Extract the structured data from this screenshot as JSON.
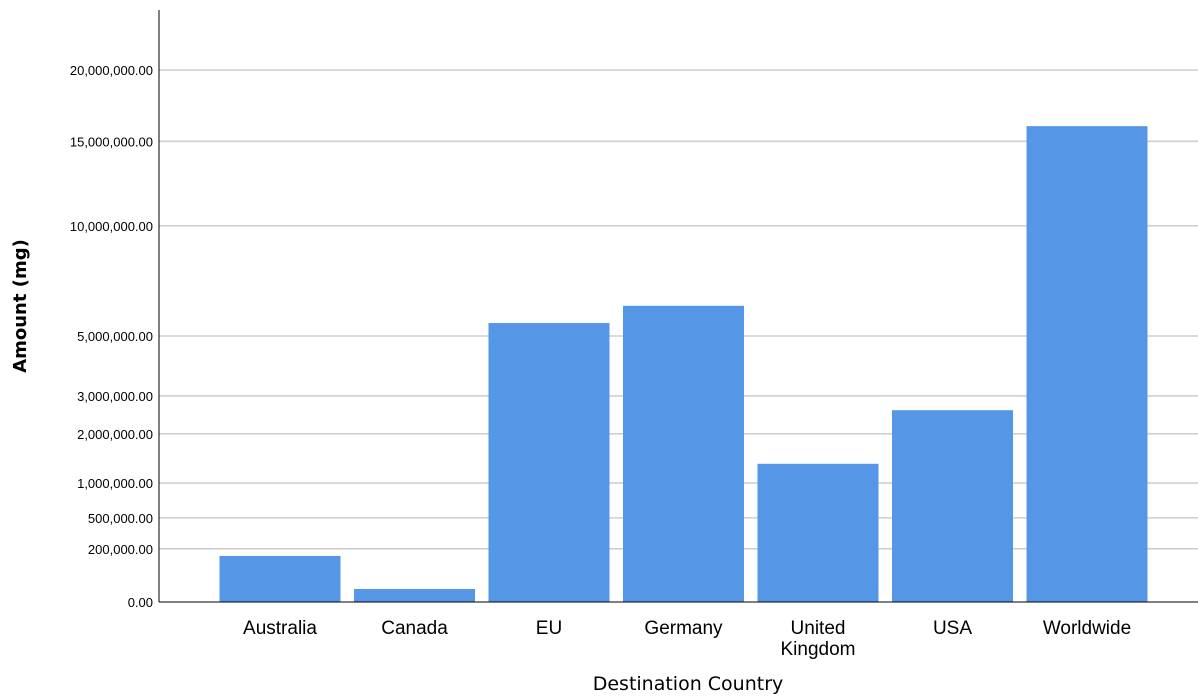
{
  "chart_data": {
    "type": "bar",
    "title": "",
    "xlabel": "Destination Country",
    "ylabel": "Amount (mg)",
    "y_scale": "square-root",
    "grid": true,
    "legend": "none",
    "bar_color": "#5596e6",
    "categories": [
      "Australia",
      "Canada",
      "EU",
      "Germany",
      "United Kingdom",
      "USA",
      "Worldwide"
    ],
    "category_labels": [
      [
        "Australia"
      ],
      [
        "Canada"
      ],
      [
        "EU"
      ],
      [
        "Germany"
      ],
      [
        "United",
        "Kingdom"
      ],
      [
        "USA"
      ],
      [
        "Worldwide"
      ]
    ],
    "values": [
      150000,
      12000,
      5500000,
      6200000,
      1350000,
      2600000,
      16000000
    ],
    "ylim": [
      0,
      23000000
    ],
    "yticks": [
      0,
      200000,
      500000,
      1000000,
      2000000,
      3000000,
      5000000,
      10000000,
      15000000,
      20000000
    ],
    "ytick_labels": [
      "0.00",
      "200,000.00",
      "500,000.00",
      "1,000,000.00",
      "2,000,000.00",
      "3,000,000.00",
      "5,000,000.00",
      "10,000,000.00",
      "15,000,000.00",
      "20,000,000.00"
    ]
  }
}
